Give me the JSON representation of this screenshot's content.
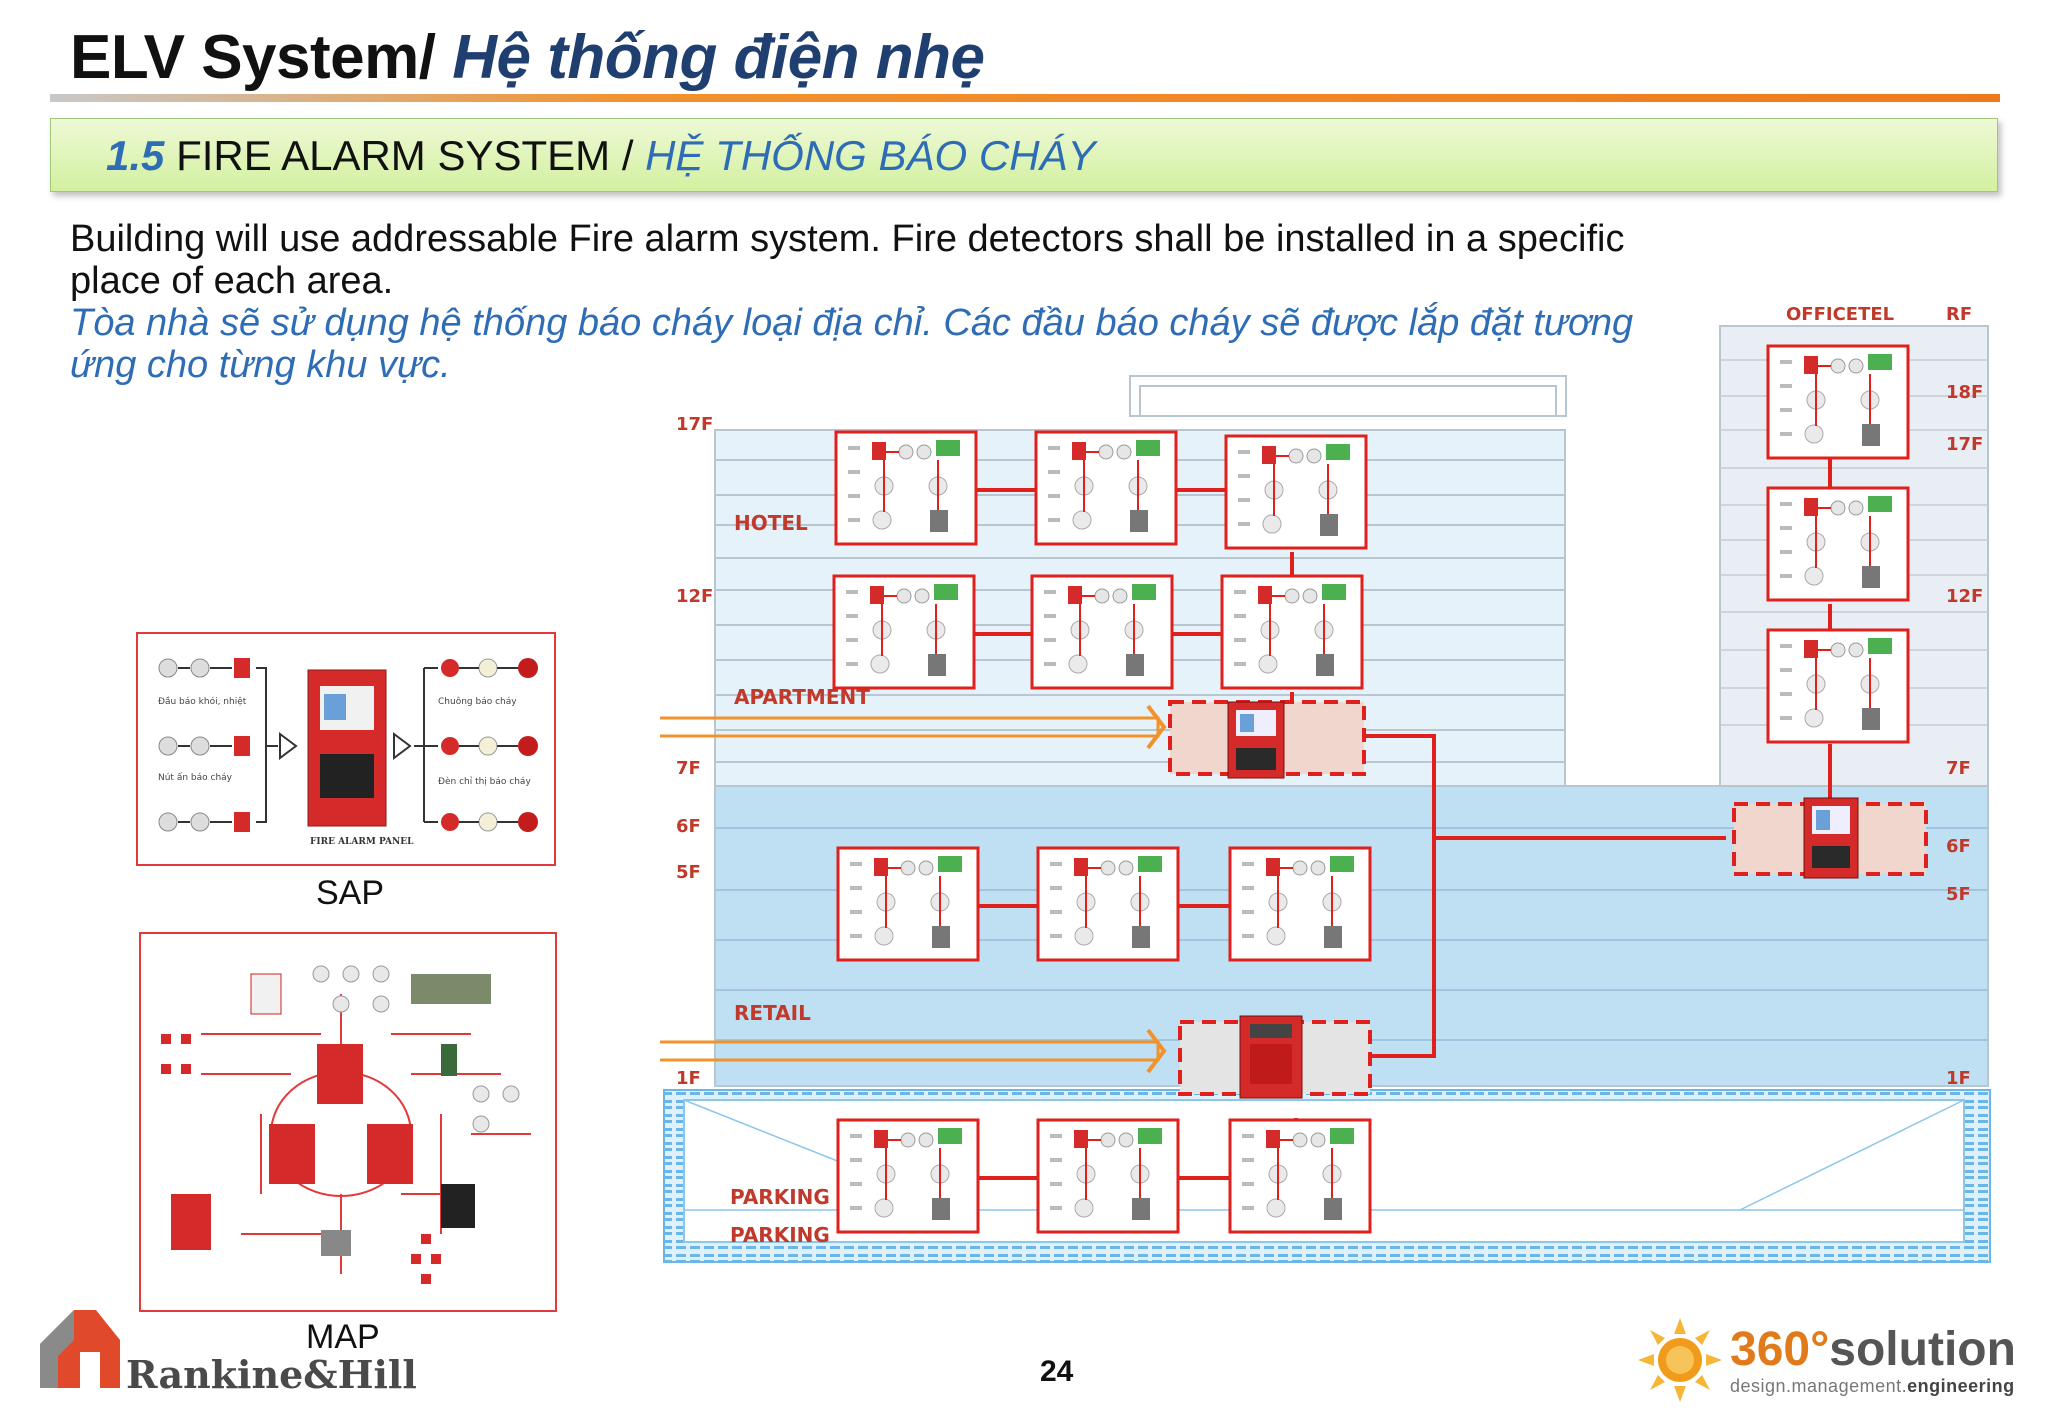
{
  "header": {
    "title_en": "ELV System/",
    "title_vi": "Hệ thống điện nhẹ"
  },
  "section": {
    "number": "1.5",
    "title_en": "FIRE ALARM SYSTEM /",
    "title_vi": "HỆ THỐNG BÁO CHÁY"
  },
  "description": {
    "en": "Building will use addressable Fire alarm system. Fire detectors shall be installed in a specific place of each area.",
    "vi": "Tòa nhà sẽ sử dụng hệ thống báo cháy loại địa chỉ. Các đầu báo cháy sẽ được lắp đặt tương ứng cho từng khu vực."
  },
  "sap": {
    "caption": "SAP",
    "labels": {
      "detector": "Đầu báo khói, nhiệt",
      "manual_call": "Nút ấn báo cháy",
      "panel": "FIRE ALARM PANEL",
      "bell": "Chuông báo cháy",
      "indicator": "Đèn chỉ thị báo cháy"
    }
  },
  "map": {
    "caption": "MAP"
  },
  "building": {
    "zones": [
      "HOTEL",
      "APARTMENT",
      "RETAIL",
      "PARKING",
      "PARKING"
    ],
    "floors_left": [
      "17F",
      "12F",
      "7F",
      "6F",
      "5F",
      "1F"
    ],
    "tower_label": "OFFICETEL",
    "floors_right": [
      "RF",
      "18F",
      "17F",
      "12F",
      "7F",
      "6F",
      "5F",
      "1F"
    ]
  },
  "footer": {
    "page_number": "24",
    "left_logo": "Rankine&Hill",
    "right_logo_number": "360°",
    "right_logo_word": "solution",
    "right_logo_tag_a": "design.management.",
    "right_logo_tag_b": "engineering"
  },
  "colors": {
    "accent_orange": "#f07a1a",
    "line_red": "#e0201c",
    "title_blue": "#1f3f70",
    "text_blue": "#2e6db6",
    "floor_blue": "#bfe0f2"
  }
}
